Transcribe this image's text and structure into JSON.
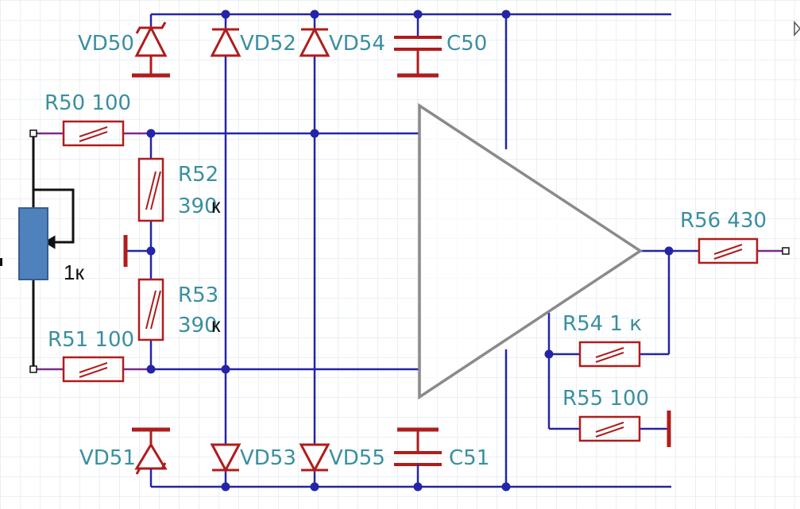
{
  "colors": {
    "grid": "#d6e0ea",
    "wire_blue": "#2424a8",
    "wire_purple": "#7b2a8a",
    "component_red": "#b01c1c",
    "label_teal": "#3a8fa0",
    "opamp_gray": "#8a8a8a",
    "pot_fill": "#4f81bd",
    "pot_stroke": "#385d8a",
    "black": "#111111"
  },
  "labels": {
    "vd50": "VD50",
    "vd51": "VD51",
    "vd52": "VD52",
    "vd53": "VD53",
    "vd54": "VD54",
    "vd55": "VD55",
    "c50": "C50",
    "c51": "C51",
    "r50": "R50 100",
    "r51": "R51 100",
    "r52_name": "R52",
    "r52_value": "390",
    "r53_name": "R53",
    "r53_value": "390",
    "r54": "R54 1 к",
    "r55": "R55 100",
    "r56": "R56 430",
    "k_suffix": "к",
    "pot_value": "1к"
  }
}
